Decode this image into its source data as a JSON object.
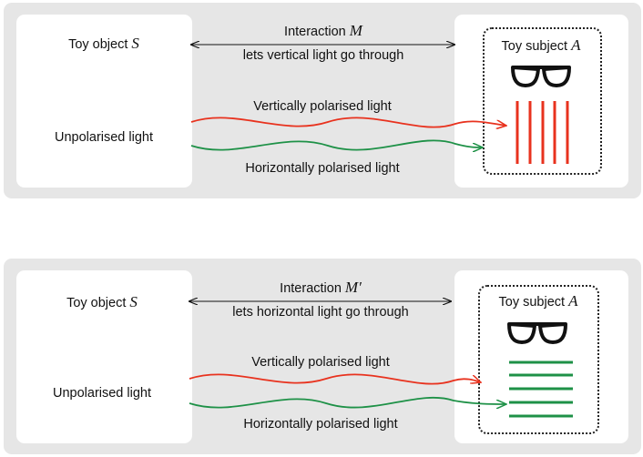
{
  "panels": [
    {
      "object_label": "Toy object",
      "object_symbol": "S",
      "unpolarised_label": "Unpolarised light",
      "interaction_label": "Interaction",
      "interaction_symbol": "M",
      "interaction_desc": "lets vertical light go through",
      "vertical_label": "Vertically polarised light",
      "horizontal_label": "Horizontally polarised light",
      "subject_label": "Toy subject",
      "subject_symbol": "A",
      "filter_orientation": "vertical"
    },
    {
      "object_label": "Toy object",
      "object_symbol": "S",
      "unpolarised_label": "Unpolarised light",
      "interaction_label": "Interaction",
      "interaction_symbol": "M′",
      "interaction_desc": "lets horizontal light go through",
      "vertical_label": "Vertically polarised light",
      "horizontal_label": "Horizontally polarised light",
      "subject_label": "Toy subject",
      "subject_symbol": "A",
      "filter_orientation": "horizontal"
    }
  ],
  "colors": {
    "panel_bg": "#e6e6e6",
    "vertical_wave": "#e8321e",
    "horizontal_wave": "#1e9147",
    "glasses": "#111111"
  },
  "icons": [
    "glasses-icon",
    "double-arrow-icon"
  ]
}
